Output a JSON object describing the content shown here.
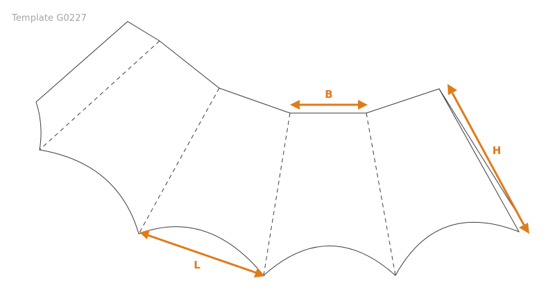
{
  "template_label": "Template G0227",
  "dimensions": {
    "base": "B",
    "height": "H",
    "length": "L"
  },
  "colors": {
    "outline": "#3a3a3a",
    "dimension": "#e07b1a",
    "label": "#a6a6a6"
  }
}
